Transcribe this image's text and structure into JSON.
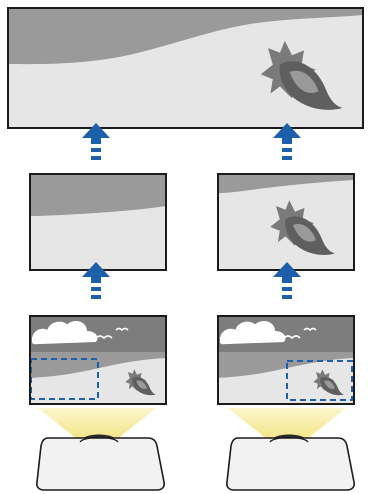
{
  "colors": {
    "frame": "#1b1b1b",
    "panel_bg": "#e6e6e6",
    "land": "#9a9a9a",
    "shell_dark": "#5f5f5f",
    "shell_light": "#8b8b8b",
    "arrow": "#1d5fa8",
    "selection": "#1d5fa8",
    "beam": "#f3e89a",
    "projector_body": "#f2f2f2"
  },
  "icons": [
    "shell-icon",
    "cloud-icon",
    "bird-icon",
    "arrow-up-icon",
    "projector-icon"
  ],
  "diagram": {
    "panels": [
      "merged-output-panel",
      "left-output-panel",
      "right-output-panel",
      "left-source-panel",
      "right-source-panel"
    ],
    "arrows": [
      "left-upper-arrow",
      "right-upper-arrow",
      "left-lower-arrow",
      "right-lower-arrow"
    ],
    "projectors": [
      "left-projector",
      "right-projector"
    ]
  }
}
